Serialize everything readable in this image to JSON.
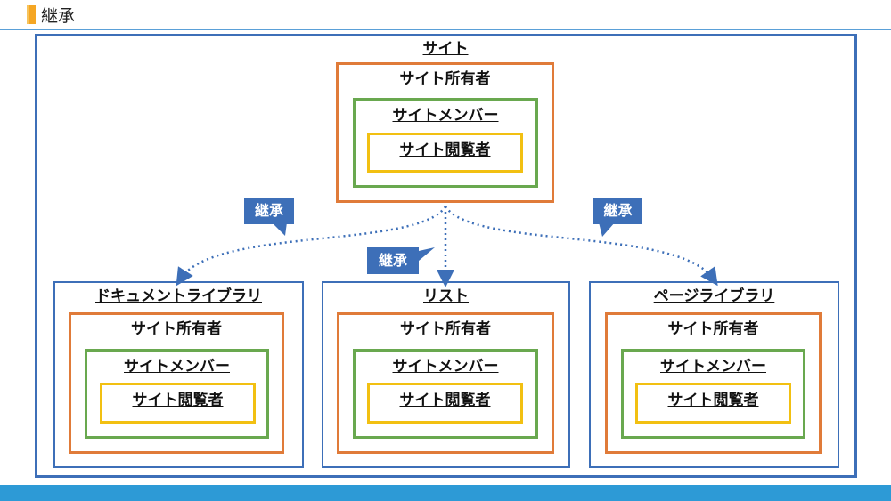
{
  "header": {
    "title": "継承"
  },
  "root": {
    "label": "サイト",
    "owner": "サイト所有者",
    "member": "サイトメンバー",
    "viewer": "サイト閲覧者"
  },
  "children": [
    {
      "label": "ドキュメントライブラリ",
      "owner": "サイト所有者",
      "member": "サイトメンバー",
      "viewer": "サイト閲覧者"
    },
    {
      "label": "リスト",
      "owner": "サイト所有者",
      "member": "サイトメンバー",
      "viewer": "サイト閲覧者"
    },
    {
      "label": "ページライブラリ",
      "owner": "サイト所有者",
      "member": "サイトメンバー",
      "viewer": "サイト閲覧者"
    }
  ],
  "callouts": [
    "継承",
    "継承",
    "継承"
  ],
  "colors": {
    "blue": "#3d6fb8",
    "orange": "#e07b39",
    "green": "#69a84f",
    "yellow": "#f2c012",
    "accent": "#f5a623",
    "footer": "#2d9ad6"
  }
}
